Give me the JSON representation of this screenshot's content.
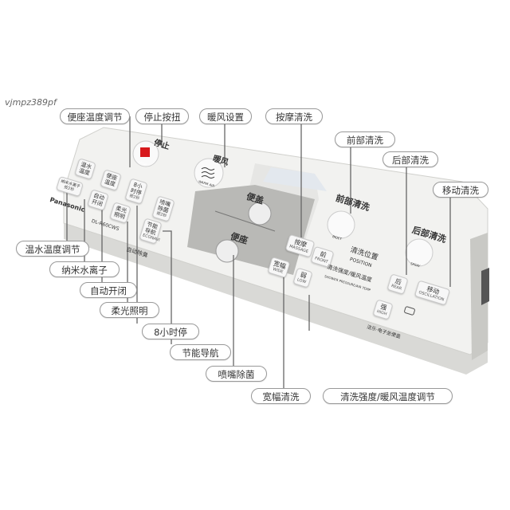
{
  "watermark": "vjmpz389pf",
  "labels": {
    "seat_temp": "便座温度调节",
    "stop": "停止按扭",
    "warm_air": "暖风设置",
    "massage": "按摩清洗",
    "front_wash": "前部清洗",
    "rear_wash": "后部清洗",
    "oscillation": "移动清洗",
    "water_temp": "温水温度调节",
    "nanoe": "纳米水离子",
    "auto_open": "自动开闭",
    "soft_light": "柔光照明",
    "eight_hour": "8小时停",
    "eco_navi": "节能导航",
    "nozzle_clean": "喷嘴除菌",
    "wide_wash": "宽幅清洗",
    "pressure_temp": "清洗强度/暖风温度调节"
  },
  "remote": {
    "brand": "Panasonic",
    "model": "DL-R60CWS",
    "stop": "停止",
    "stop_en": "STOP",
    "warm": "暖风",
    "warm_en": "WARM AIR",
    "water_temp_btn": "温水温度",
    "seat_temp_btn": "便座温度",
    "nanoe_btn": "纳米水离子",
    "nanoe_sub": "按2秒",
    "eight_btn": "8小时停",
    "eight_sub": "按2秒",
    "auto_btn": "自动开闭",
    "light_btn": "柔光照明",
    "nozzle_btn": "喷嘴除菌",
    "nozzle_sub": "按2秒",
    "eco_btn": "节能导航",
    "eco_en": "ECONAVI",
    "auto_deodor": "自动除臭",
    "lid": "便盖",
    "seat": "便座",
    "front": "前部清洗",
    "bidet_en": "BIDET",
    "rear": "后部清洗",
    "spray_en": "SPRAY",
    "massage_btn": "按摩",
    "massage_en": "MASSAGE",
    "front_pos": "前",
    "front_en": "FRONT",
    "position": "清洗位置",
    "position_en": "POSITION",
    "rear_pos": "后",
    "rear_en": "REAR",
    "osc_btn": "移动",
    "osc_en": "OSCILLATION",
    "wide_btn": "宽幅",
    "wide_en": "WIDE",
    "low_btn": "弱",
    "low_en": "LOW",
    "pressure": "清洗强度/暖风温度",
    "pressure_en": "SHOWER PRESSURE/AIR TEMP",
    "high_btn": "强",
    "high_en": "HIGH",
    "footer": "洁乐·电子坐便盖"
  },
  "colors": {
    "stop_red": "#d7191c",
    "panel": "#f2f2f0",
    "panel_gray": "#b9b9b6"
  }
}
